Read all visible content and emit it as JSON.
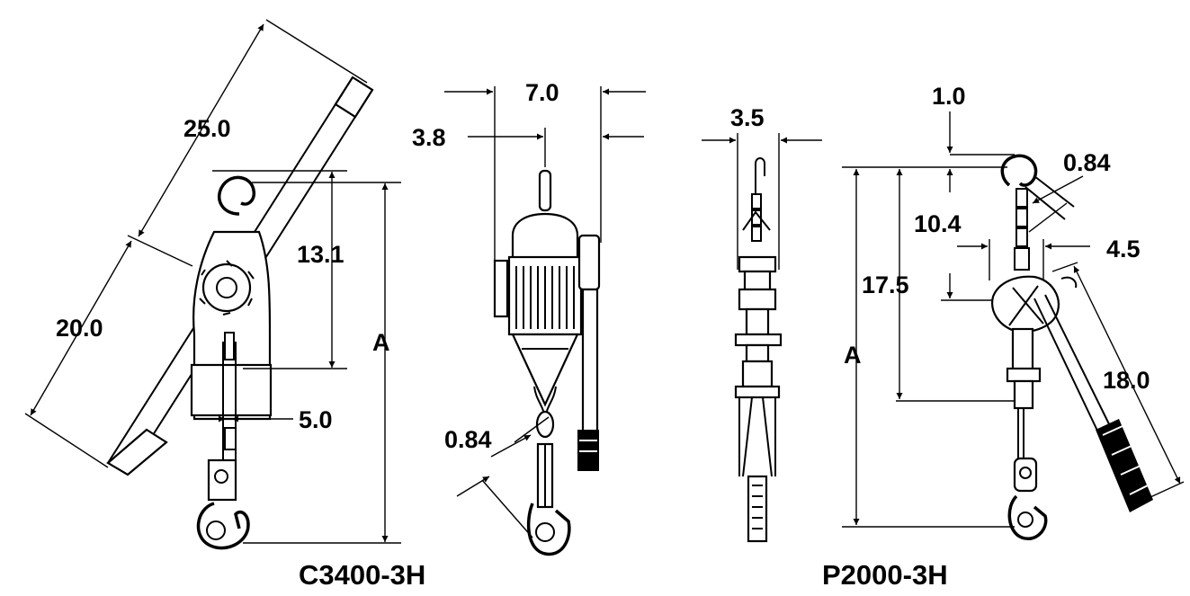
{
  "figures": [
    {
      "caption": "C3400-3H",
      "dimensions": {
        "handle_length": "25.0",
        "reach": "20.0",
        "headroom": "13.1",
        "height": "A",
        "hook_offset": "5.0"
      }
    },
    {
      "caption": "",
      "dimensions": {
        "width": "7.0",
        "offset": "3.8",
        "chain_dia": "0.84"
      }
    },
    {
      "caption": "",
      "dimensions": {
        "width": "3.5"
      }
    },
    {
      "caption": "P2000-3H",
      "dimensions": {
        "top_offset": "1.0",
        "chain_dia": "0.84",
        "upper_height": "10.4",
        "side_width": "4.5",
        "mid_height": "17.5",
        "height": "A",
        "handle_length": "18.0"
      }
    }
  ]
}
